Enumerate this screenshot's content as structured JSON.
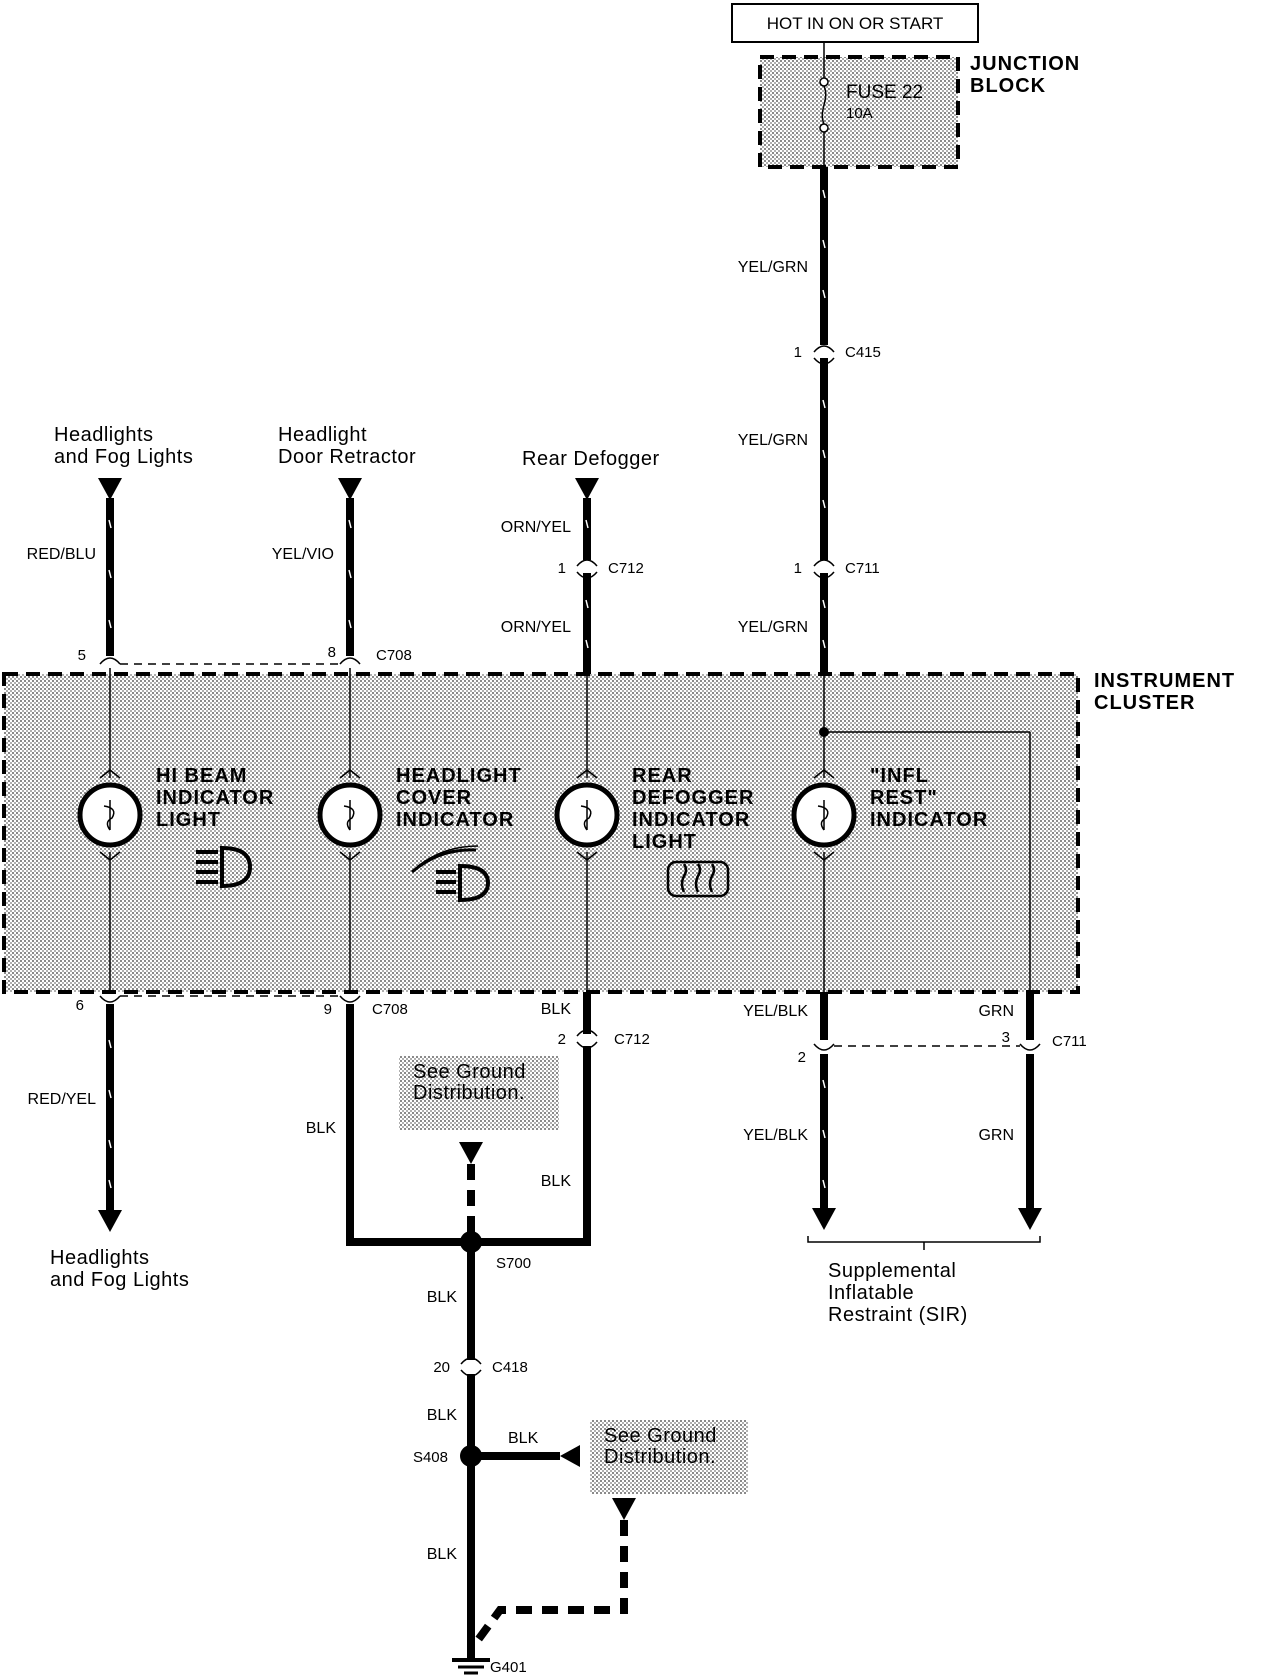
{
  "power": {
    "hot_label": "HOT IN ON OR START",
    "junction_block": [
      "JUNCTION",
      "BLOCK"
    ],
    "fuse_name": "FUSE 22",
    "fuse_rating": "10A"
  },
  "cluster": {
    "label": [
      "INSTRUMENT",
      "CLUSTER"
    ],
    "hi_beam": [
      "HI BEAM",
      "INDICATOR",
      "LIGHT"
    ],
    "headlight_cover": [
      "HEADLIGHT",
      "COVER",
      "INDICATOR"
    ],
    "rear_defogger": [
      "REAR",
      "DEFOGGER",
      "INDICATOR",
      "LIGHT"
    ],
    "infl_rest": [
      "\"INFL",
      "REST\"",
      "INDICATOR"
    ]
  },
  "sources": {
    "headlights_fog_top": [
      "Headlights",
      "and Fog Lights"
    ],
    "headlight_door": [
      "Headlight",
      "Door Retractor"
    ],
    "rear_defogger": "Rear Defogger",
    "headlights_fog_bottom": [
      "Headlights",
      "and Fog Lights"
    ],
    "sir": [
      "Supplemental",
      "Inflatable",
      "Restraint (SIR)"
    ],
    "ground_ref_1": [
      "See Ground",
      "Distribution."
    ],
    "ground_ref_2": [
      "See Ground",
      "Distribution."
    ]
  },
  "wires": {
    "yel_grn_1": "YEL/GRN",
    "yel_grn_2": "YEL/GRN",
    "yel_grn_3": "YEL/GRN",
    "red_blu": "RED/BLU",
    "yel_vio": "YEL/VIO",
    "orn_yel_1": "ORN/YEL",
    "orn_yel_2": "ORN/YEL",
    "red_yel": "RED/YEL",
    "blk_c712_top": "BLK",
    "blk_c708": "BLK",
    "blk_c712_bot": "BLK",
    "yel_blk_1": "YEL/BLK",
    "yel_blk_2": "YEL/BLK",
    "grn_1": "GRN",
    "grn_2": "GRN",
    "blk_s700": "BLK",
    "blk_c418": "BLK",
    "blk_s408_side": "BLK",
    "blk_g401": "BLK"
  },
  "connectors": {
    "c415": "C415",
    "c415_pin": "1",
    "c711_top": "C711",
    "c711_top_pin": "1",
    "c712_top": "C712",
    "c712_top_pin": "1",
    "c708_top": "C708",
    "c708_pin5": "5",
    "c708_pin8": "8",
    "c708_bot": "C708",
    "c708_pin6": "6",
    "c708_pin9": "9",
    "c712_bot": "C712",
    "c712_bot_pin": "2",
    "c711_bot": "C711",
    "c711_pin2": "2",
    "c711_pin3": "3",
    "c418": "C418",
    "c418_pin": "20"
  },
  "splices": {
    "s700": "S700",
    "s408": "S408",
    "g401": "G401"
  },
  "colors": {
    "cluster_fill": "#c8c8c8",
    "ink": "#000000"
  }
}
